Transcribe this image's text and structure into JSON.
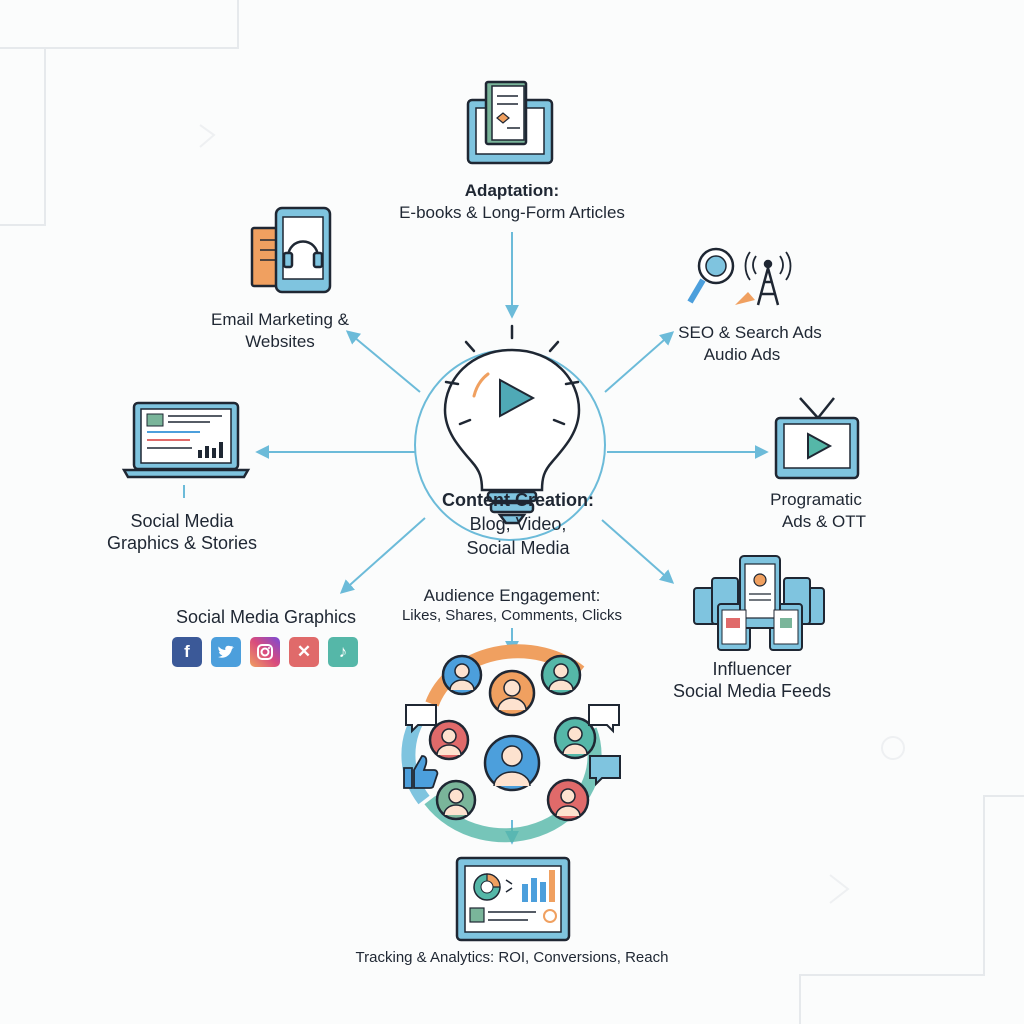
{
  "colors": {
    "line": "#6cbbd9",
    "ink": "#1f2733",
    "blue": "#4c9fdc",
    "teal": "#55b7a8",
    "orange": "#f0a060",
    "red": "#e06a6a"
  },
  "center": {
    "title": "Content Creation:",
    "line2": "Blog, Video,",
    "line3": "Social Media"
  },
  "nodes": {
    "adaptation": {
      "title": "Adaptation:",
      "sub": "E-books & Long-Form Articles",
      "icon": "tablet-book-icon"
    },
    "email": {
      "line1": "Email Marketing &",
      "line2": "Websites",
      "icon": "phone-headphones-icon"
    },
    "seo": {
      "line1": "SEO & Search Ads",
      "line2": "Audio Ads",
      "icon": "magnifier-antenna-icon"
    },
    "social_stories": {
      "line1": "Social Media",
      "line2": "Graphics & Stories",
      "icon": "laptop-icon"
    },
    "programmatic": {
      "line1": "Programatic",
      "line2": "Ads & OTT",
      "icon": "tv-play-icon"
    },
    "social_graphics": {
      "title": "Social Media Graphics",
      "icons": [
        "facebook-icon",
        "twitter-icon",
        "instagram-icon",
        "x-icon",
        "tiktok-icon"
      ]
    },
    "influencer": {
      "line1": "Influencer",
      "line2": "Social Media Feeds",
      "icon": "phones-feed-icon"
    },
    "audience": {
      "title": "Audience Engagement:",
      "sub": "Likes, Shares, Comments, Clicks",
      "icon": "people-cycle-icon"
    },
    "tracking": {
      "label": "Tracking & Analytics: ROI, Conversions, Reach",
      "icon": "dashboard-icon"
    }
  }
}
